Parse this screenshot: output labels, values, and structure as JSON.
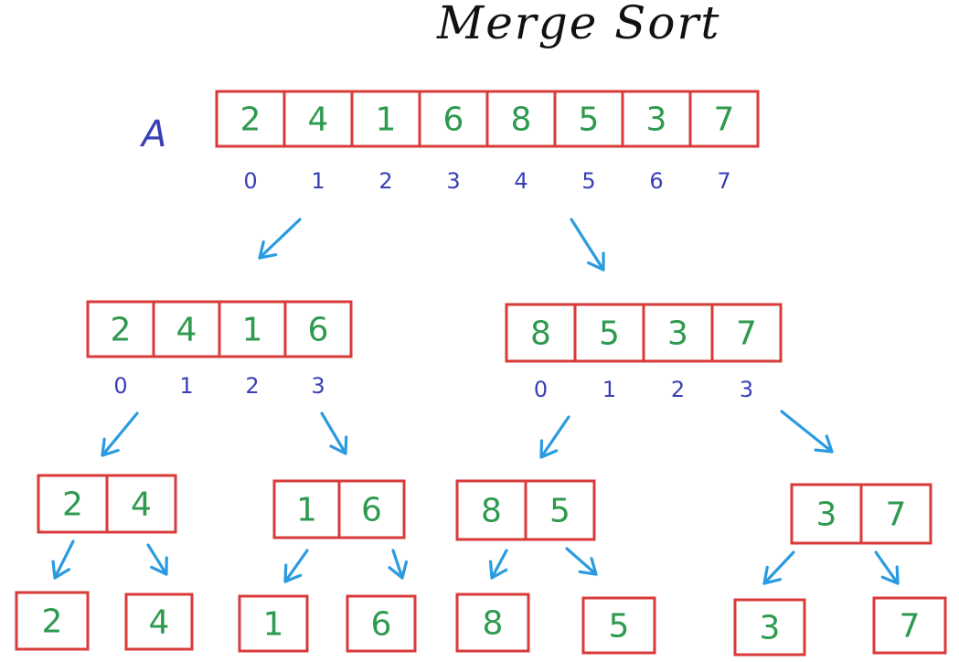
{
  "title": "Merge Sort",
  "array_name": "A",
  "colors": {
    "box": "#d93a3a",
    "value": "#2e9a4e",
    "index": "#3a3fb5",
    "arrow": "#2a9be0",
    "title": "#111111"
  },
  "levels": [
    {
      "level": 0,
      "arrays": [
        {
          "id": "A",
          "values": [
            "2",
            "4",
            "1",
            "6",
            "8",
            "5",
            "3",
            "7"
          ],
          "indices": [
            "0",
            "1",
            "2",
            "3",
            "4",
            "5",
            "6",
            "7"
          ]
        }
      ]
    },
    {
      "level": 1,
      "arrays": [
        {
          "id": "left",
          "values": [
            "2",
            "4",
            "1",
            "6"
          ],
          "indices": [
            "0",
            "1",
            "2",
            "3"
          ]
        },
        {
          "id": "right",
          "values": [
            "8",
            "5",
            "3",
            "7"
          ],
          "indices": [
            "0",
            "1",
            "2",
            "3"
          ]
        }
      ]
    },
    {
      "level": 2,
      "arrays": [
        {
          "id": "ll",
          "values": [
            "2",
            "4"
          ]
        },
        {
          "id": "lr",
          "values": [
            "1",
            "6"
          ]
        },
        {
          "id": "rl",
          "values": [
            "8",
            "5"
          ]
        },
        {
          "id": "rr",
          "values": [
            "3",
            "7"
          ]
        }
      ]
    },
    {
      "level": 3,
      "arrays": [
        {
          "id": "lll",
          "values": [
            "2"
          ]
        },
        {
          "id": "llr",
          "values": [
            "4"
          ]
        },
        {
          "id": "lrl",
          "values": [
            "1"
          ]
        },
        {
          "id": "lrr",
          "values": [
            "6"
          ]
        },
        {
          "id": "rll",
          "values": [
            "8"
          ]
        },
        {
          "id": "rlr",
          "values": [
            "5"
          ]
        },
        {
          "id": "rrl",
          "values": [
            "3"
          ]
        },
        {
          "id": "rrr",
          "values": [
            "7"
          ]
        }
      ]
    }
  ]
}
